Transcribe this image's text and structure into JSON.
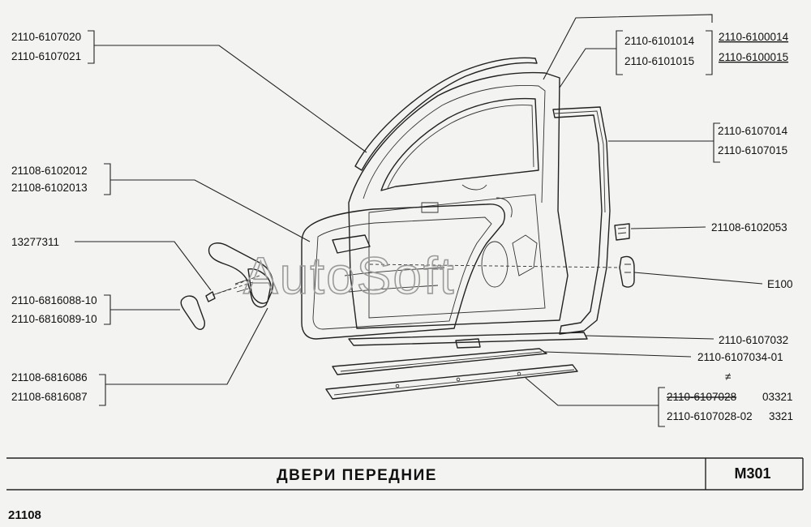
{
  "title": "ДВЕРИ  ПЕРЕДНИЕ",
  "code": "M301",
  "model": "21108",
  "watermark": "AutoSoft",
  "labels": {
    "tl_1": "2110-6107020",
    "tl_2": "2110-6107021",
    "l2_1": "21108-6102012",
    "l2_2": "21108-6102013",
    "l3": "13277311",
    "l4_1": "2110-6816088-10",
    "l4_2": "2110-6816089-10",
    "l5_1": "21108-6816086",
    "l5_2": "21108-6816087",
    "tr_1": "2110-6101014",
    "tr_2": "2110-6101015",
    "tr_3": "2110-6100014",
    "tr_4": "2110-6100015",
    "r2_1": "2110-6107014",
    "r2_2": "2110-6107015",
    "r3": "21108-6102053",
    "r4": "E100",
    "r5": "2110-6107032",
    "r6": "2110-6107034-01",
    "ne_sign": "≠",
    "r7_1a": "2110-6107028",
    "r7_1b": "03321",
    "r7_2a": "2110-6107028-02",
    "r7_2b": "3321"
  }
}
